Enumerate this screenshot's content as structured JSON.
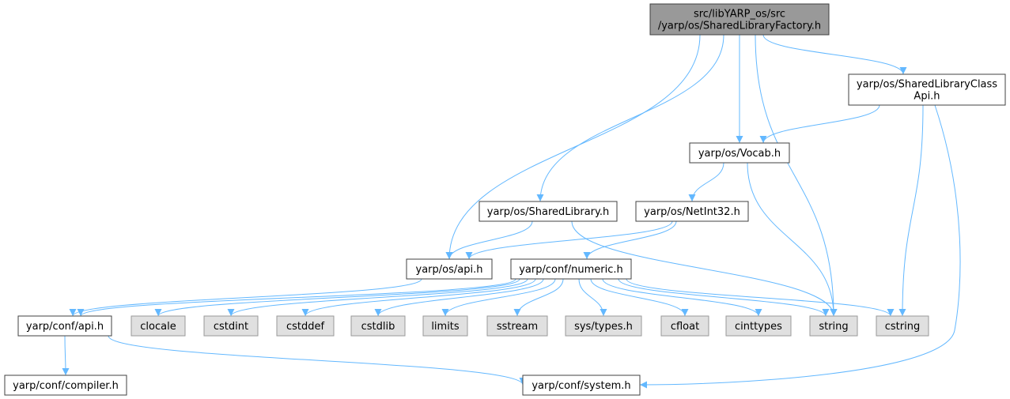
{
  "colors": {
    "edge": "#63b8ff",
    "main_fill": "#999999",
    "file_fill": "#ffffff",
    "system_fill": "#e0e0e0",
    "border": "#404040"
  },
  "nodes": [
    {
      "id": "main",
      "kind": "main",
      "lines": [
        "src/libYARP_os/src",
        "/yarp/os/SharedLibraryFactory.h"
      ]
    },
    {
      "id": "classapi",
      "kind": "file",
      "lines": [
        "yarp/os/SharedLibraryClass",
        "Api.h"
      ]
    },
    {
      "id": "vocab",
      "kind": "file",
      "lines": [
        "yarp/os/Vocab.h"
      ]
    },
    {
      "id": "sharedlib",
      "kind": "file",
      "lines": [
        "yarp/os/SharedLibrary.h"
      ]
    },
    {
      "id": "netint32",
      "kind": "file",
      "lines": [
        "yarp/os/NetInt32.h"
      ]
    },
    {
      "id": "osapi",
      "kind": "file",
      "lines": [
        "yarp/os/api.h"
      ]
    },
    {
      "id": "numeric",
      "kind": "file",
      "lines": [
        "yarp/conf/numeric.h"
      ]
    },
    {
      "id": "confapi",
      "kind": "file",
      "lines": [
        "yarp/conf/api.h"
      ]
    },
    {
      "id": "clocale",
      "kind": "system",
      "lines": [
        "clocale"
      ]
    },
    {
      "id": "cstdint",
      "kind": "system",
      "lines": [
        "cstdint"
      ]
    },
    {
      "id": "cstddef",
      "kind": "system",
      "lines": [
        "cstddef"
      ]
    },
    {
      "id": "cstdlib",
      "kind": "system",
      "lines": [
        "cstdlib"
      ]
    },
    {
      "id": "limits",
      "kind": "system",
      "lines": [
        "limits"
      ]
    },
    {
      "id": "sstream",
      "kind": "system",
      "lines": [
        "sstream"
      ]
    },
    {
      "id": "systypes",
      "kind": "system",
      "lines": [
        "sys/types.h"
      ]
    },
    {
      "id": "cfloat",
      "kind": "system",
      "lines": [
        "cfloat"
      ]
    },
    {
      "id": "cinttypes",
      "kind": "system",
      "lines": [
        "cinttypes"
      ]
    },
    {
      "id": "string",
      "kind": "system",
      "lines": [
        "string"
      ]
    },
    {
      "id": "cstring",
      "kind": "system",
      "lines": [
        "cstring"
      ]
    },
    {
      "id": "compiler",
      "kind": "file",
      "lines": [
        "yarp/conf/compiler.h"
      ]
    },
    {
      "id": "system",
      "kind": "file",
      "lines": [
        "yarp/conf/system.h"
      ]
    }
  ],
  "edges": [
    [
      "main",
      "classapi"
    ],
    [
      "main",
      "vocab"
    ],
    [
      "main",
      "sharedlib"
    ],
    [
      "main",
      "osapi"
    ],
    [
      "main",
      "string"
    ],
    [
      "classapi",
      "vocab"
    ],
    [
      "classapi",
      "cstring"
    ],
    [
      "classapi",
      "system"
    ],
    [
      "vocab",
      "netint32"
    ],
    [
      "vocab",
      "string"
    ],
    [
      "sharedlib",
      "osapi"
    ],
    [
      "sharedlib",
      "string"
    ],
    [
      "netint32",
      "osapi"
    ],
    [
      "netint32",
      "numeric"
    ],
    [
      "osapi",
      "confapi"
    ],
    [
      "numeric",
      "confapi"
    ],
    [
      "numeric",
      "clocale"
    ],
    [
      "numeric",
      "cstdint"
    ],
    [
      "numeric",
      "cstddef"
    ],
    [
      "numeric",
      "cstdlib"
    ],
    [
      "numeric",
      "limits"
    ],
    [
      "numeric",
      "sstream"
    ],
    [
      "numeric",
      "systypes"
    ],
    [
      "numeric",
      "cfloat"
    ],
    [
      "numeric",
      "cinttypes"
    ],
    [
      "numeric",
      "string"
    ],
    [
      "numeric",
      "cstring"
    ],
    [
      "confapi",
      "compiler"
    ],
    [
      "confapi",
      "system"
    ]
  ]
}
